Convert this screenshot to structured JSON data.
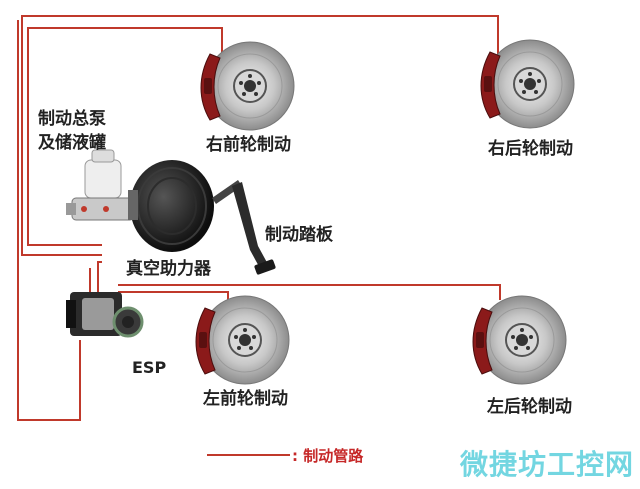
{
  "labels": {
    "master_cylinder_line1": "制动总泵",
    "master_cylinder_line2": "及储液罐",
    "front_right": "右前轮制动",
    "rear_right": "右后轮制动",
    "pedal": "制动踏板",
    "booster": "真空助力器",
    "esp": "ESP",
    "front_left": "左前轮制动",
    "rear_left": "左后轮制动"
  },
  "legend": {
    "text": ": 制动管路"
  },
  "watermark": "微捷坊工控网",
  "colors": {
    "brake_line": "#c0392b",
    "caliper": "#8b1a1a",
    "disc": "#a9a9a9"
  },
  "icons": [
    "brake-disc-icon",
    "master-cylinder-icon",
    "vacuum-booster-icon",
    "brake-pedal-icon",
    "esp-unit-icon"
  ]
}
